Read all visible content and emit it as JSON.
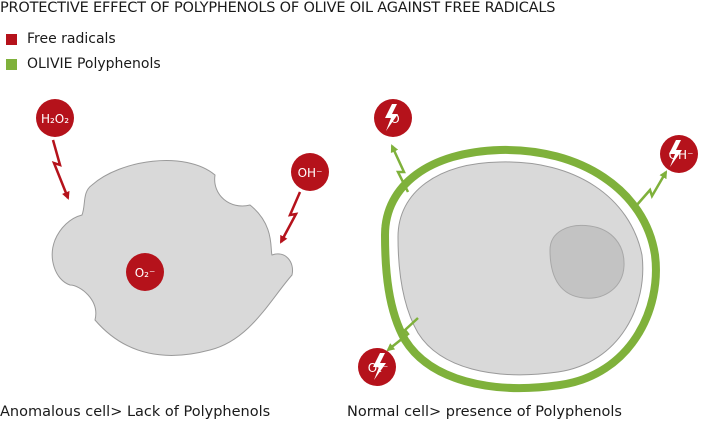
{
  "title": "PROTECTIVE EFFECT OF POLYPHENOLS OF OLIVE OIL AGAINST FREE RADICALS",
  "legend": [
    {
      "label": "Free radicals",
      "color": "#b5121b"
    },
    {
      "label": "OLIVIE Polyphenols",
      "color": "#7fb13b"
    }
  ],
  "left": {
    "caption": "Anomalous cell> Lack of Polyphenols",
    "radicals": {
      "h2o2": "H₂O₂",
      "oh": "OH⁻",
      "o2": "O₂⁻"
    }
  },
  "right": {
    "caption": "Normal cell> presence of Polyphenols",
    "radicals": {
      "o": "O",
      "oh": "OH⁻",
      "o2": "O₂⁻"
    }
  },
  "colors": {
    "radical": "#b5121b",
    "polyphenol": "#7fb13b",
    "cell": "#d9d9d9",
    "cell_outline": "#9a9a9a",
    "nucleus": "#c3c3c3"
  }
}
